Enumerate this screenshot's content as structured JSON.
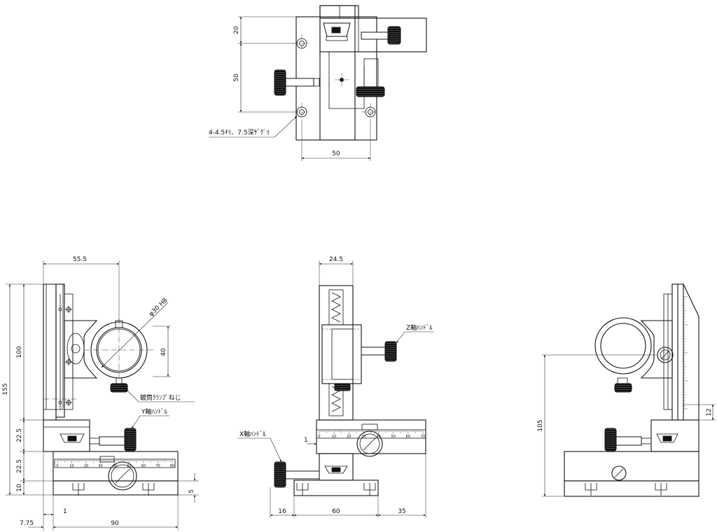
{
  "top_view": {
    "dims": {
      "d20": "20",
      "d50v": "50",
      "d50h": "50"
    },
    "callout": "4-4.5ｷﾘ、7.5深ｻﾞｸﾞﾘ"
  },
  "front_view": {
    "dims": {
      "d55_5": "55.5",
      "d100": "100",
      "d155": "155",
      "d22_5a": "22.5",
      "d22_5b": "22.5",
      "d10": "10",
      "d40": "40",
      "d5": "5",
      "d1": "1",
      "d7_75": "7.75",
      "d90": "90",
      "phi": "φ30 H8"
    },
    "labels": {
      "clamp": "鏡筒ｸﾗﾝﾌﾟねじ",
      "y_handle": "Y軸ﾊﾝﾄﾞﾙ"
    },
    "scale_ticks": [
      "0",
      "10",
      "20",
      "30",
      "40",
      "50",
      "60",
      "70",
      "80"
    ]
  },
  "side_view": {
    "dims": {
      "d24_5": "24.5",
      "d1": "1",
      "d16": "16",
      "d60": "60",
      "d35": "35"
    },
    "labels": {
      "z_handle": "Z軸ﾊﾝﾄﾞﾙ",
      "x_handle": "X軸ﾊﾝﾄﾞﾙ"
    },
    "scale_ticks": [
      "0",
      "10",
      "20",
      "30",
      "40",
      "50",
      "60",
      "70"
    ]
  },
  "rear_view": {
    "dims": {
      "d105": "105",
      "d12": "12"
    }
  },
  "colors": {
    "line": "#111111",
    "background": "#ffffff"
  }
}
